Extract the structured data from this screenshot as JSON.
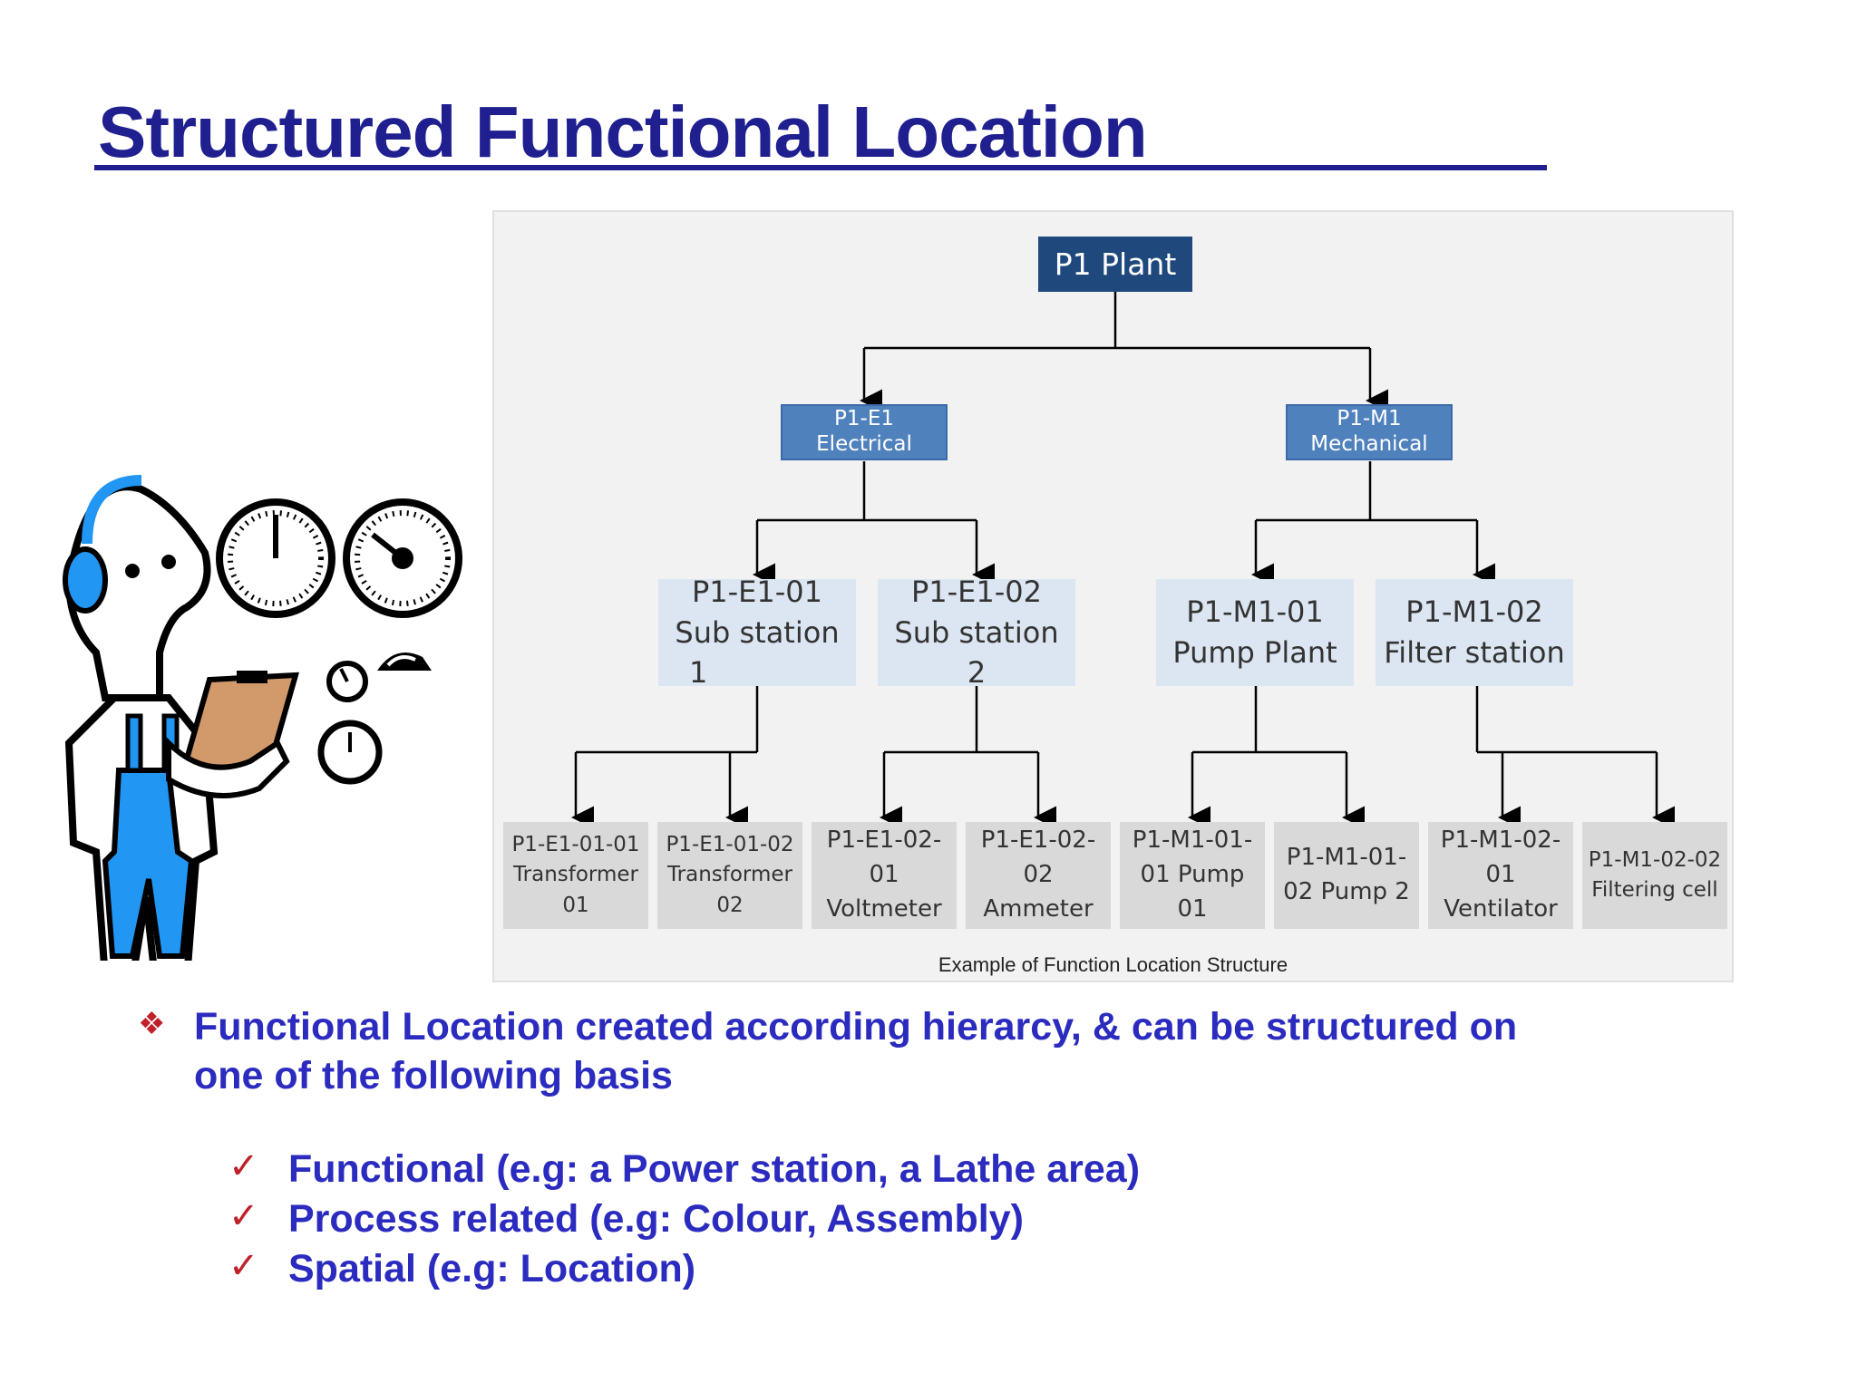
{
  "slide": {
    "title": "Structured Functional  Location"
  },
  "diagram": {
    "caption": "Example of Function Location Structure",
    "root": {
      "id": "P1 Plant"
    },
    "level1": [
      {
        "lines": [
          "P1-E1",
          "Electrical"
        ]
      },
      {
        "lines": [
          "P1-M1",
          "Mechanical"
        ]
      }
    ],
    "level2": [
      {
        "lines": [
          "P1-E1-01",
          "Sub station",
          "1"
        ]
      },
      {
        "lines": [
          "P1-E1-02",
          "Sub station",
          "2"
        ]
      },
      {
        "lines": [
          "P1-M1-01",
          "Pump Plant"
        ]
      },
      {
        "lines": [
          "P1-M1-02",
          "Filter station"
        ]
      }
    ],
    "level3": [
      {
        "lines": [
          "P1-E1-01-01",
          "Transformer",
          "01"
        ]
      },
      {
        "lines": [
          "P1-E1-01-02",
          "Transformer",
          "02"
        ]
      },
      {
        "lines": [
          "P1-E1-02-",
          "01",
          "Voltmeter"
        ]
      },
      {
        "lines": [
          "P1-E1-02-",
          "02",
          "Ammeter"
        ]
      },
      {
        "lines": [
          "P1-M1-01-",
          "01 Pump",
          "01"
        ]
      },
      {
        "lines": [
          "P1-M1-01-",
          "02 Pump 2"
        ]
      },
      {
        "lines": [
          "P1-M1-02-",
          "01",
          "Ventilator"
        ]
      },
      {
        "lines": [
          "P1-M1-02-02",
          "Filtering cell"
        ]
      }
    ]
  },
  "illustration": {
    "icon": "technician-with-clipboard-and-gauges-icon"
  },
  "bullets": {
    "main_line1": "Functional Location created according hierarcy, & can be structured on",
    "main_line2": "one of the following  basis",
    "checks": [
      "Functional (e.g: a Power station, a Lathe area)",
      "Process related (e.g: Colour, Assembly)",
      "Spatial (e.g: Location)"
    ]
  },
  "colors": {
    "title": "#1f1f8f",
    "body_text": "#2b2bbf",
    "bullet_marks": "#c0202a",
    "root_node": "#1f497d",
    "level1_node": "#4f81bd",
    "level2_node": "#dce6f2",
    "level3_node": "#d9d9d9"
  }
}
